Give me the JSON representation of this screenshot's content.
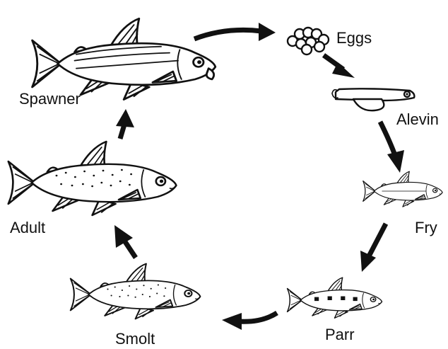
{
  "diagram": {
    "stages": [
      {
        "id": "eggs",
        "label": "Eggs"
      },
      {
        "id": "alevin",
        "label": "Alevin"
      },
      {
        "id": "fry",
        "label": "Fry"
      },
      {
        "id": "parr",
        "label": "Parr"
      },
      {
        "id": "smolt",
        "label": "Smolt"
      },
      {
        "id": "adult",
        "label": "Adult"
      },
      {
        "id": "spawner",
        "label": "Spawner"
      }
    ]
  },
  "colors": {
    "ink": "#111111",
    "background": "#ffffff"
  }
}
